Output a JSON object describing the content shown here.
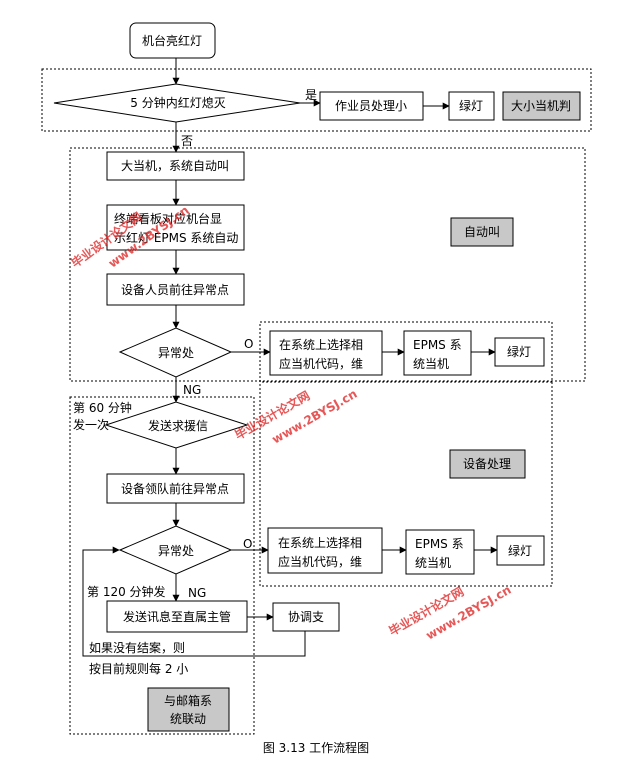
{
  "diagram": {
    "caption": "图 3.13  工作流程图",
    "nodes": {
      "start": "机台亮红灯",
      "check_5min": "5 分钟内红灯熄灭",
      "operator_handle": "作业员处理小",
      "green_1": "绿灯",
      "tag_small_big": "大小当机判",
      "big_down_call": "大当机，系统自动叫",
      "terminal_board": [
        "终端看板对应机台显",
        "示红灯 EPMS 系统自动"
      ],
      "tag_auto_call": "自动叫",
      "equip_go": "设备人员前往异常点",
      "abnormal_1": "异常处",
      "select_code_1": [
        "在系统上选择相",
        "应当机代码，维"
      ],
      "epms_1": [
        "EPMS 系",
        "统当机"
      ],
      "green_2": "绿灯",
      "tag_equip_handle": "设备处理",
      "send_help": "发送求援信",
      "equip_lead_go": "设备领队前往异常点",
      "abnormal_2": "异常处",
      "select_code_2": [
        "在系统上选择相",
        "应当机代码，维"
      ],
      "epms_2": [
        "EPMS 系",
        "统当机"
      ],
      "green_3": "绿灯",
      "send_manager": "发送讯息至直属主管",
      "coordinate": "协调支",
      "tag_mail": [
        "与邮箱系",
        "统联动"
      ]
    },
    "edge_labels": {
      "yes": "是",
      "no": "否",
      "o_1": "O",
      "ng_1": "NG",
      "o_2": "O",
      "ng_2": "NG"
    },
    "notes": {
      "min60": [
        "第 60 分钟",
        "发一次"
      ],
      "min120": "第 120 分钟发",
      "no_close": [
        "如果没有结案，则",
        "按目前规则每 2 小"
      ]
    },
    "watermarks": {
      "w1_cn": "毕业设计论文网",
      "w1_url": "www.2BYSJ.cn",
      "w2_cn": "毕业设计论文网",
      "w2_url": "www.2BYSJ.cn",
      "w3_cn": "毕业设计论文网",
      "w3_url": "www.2BYSJ.cn"
    }
  }
}
